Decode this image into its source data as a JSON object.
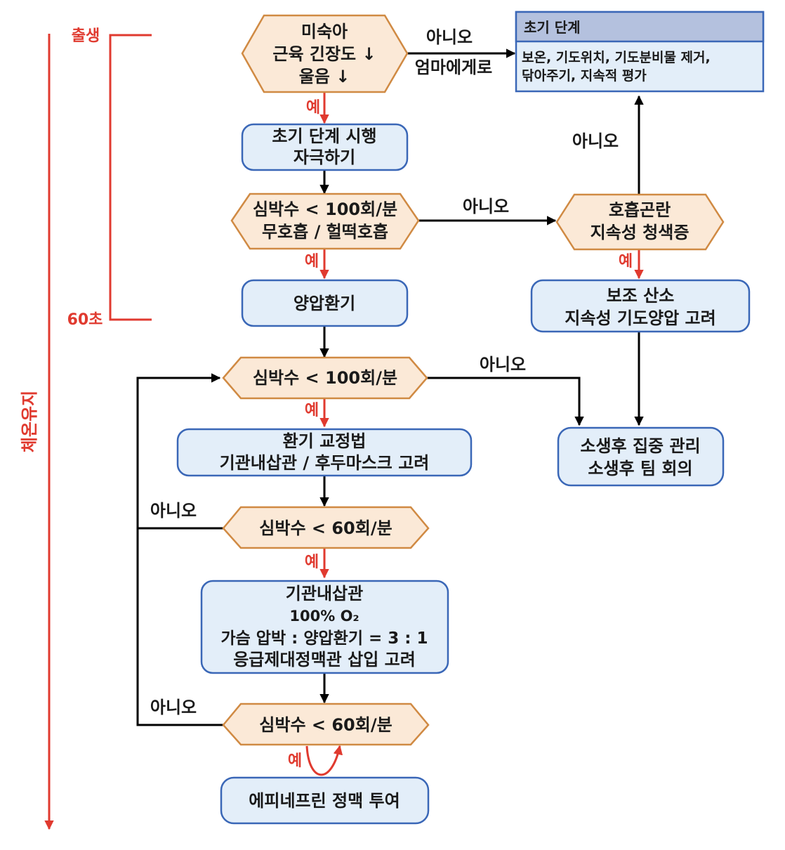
{
  "timeline": {
    "birth": "출생",
    "sixty_sec": "60초",
    "keep_warm": "체온유지"
  },
  "nodes": {
    "assess": [
      "미숙아",
      "근육 긴장도 ↓",
      "울음 ↓"
    ],
    "initial_steps_box": {
      "title": "초기 단계",
      "body": [
        "보온, 기도위치, 기도분비물 제거,",
        "닦아주기, 지속적 평가"
      ]
    },
    "initial_steps": [
      "초기 단계 시행",
      "자극하기"
    ],
    "hr100_apnea": [
      "심박수 < 100회/분",
      "무호흡 / 헐떡호흡"
    ],
    "resp_distress": [
      "호흡곤란",
      "지속성 청색증"
    ],
    "ppv": [
      "양압환기"
    ],
    "supp_o2": [
      "보조 산소",
      "지속성 기도양압 고려"
    ],
    "hr100": [
      "심박수 < 100회/분"
    ],
    "post_resus": [
      "소생후 집중 관리",
      "소생후 팀 회의"
    ],
    "vent_correct": [
      "환기 교정법",
      "기관내삽관 / 후두마스크 고려"
    ],
    "hr60_a": [
      "심박수 < 60회/분"
    ],
    "intubation": [
      "기관내삽관",
      "100% O₂",
      "가슴 압박 : 양압환기 = 3 : 1",
      "응급제대정맥관 삽입 고려"
    ],
    "hr60_b": [
      "심박수 < 60회/분"
    ],
    "epinephrine": [
      "에피네프린 정맥 투여"
    ]
  },
  "labels": {
    "yes": "예",
    "no": "아니오",
    "to_mother": "엄마에게로"
  },
  "colors": {
    "decision_fill": "#fbe9d7",
    "decision_stroke": "#d08a43",
    "action_fill": "#e3eef9",
    "action_stroke": "#3a67b7",
    "header_fill": "#b4c1de",
    "accent_red": "#e03a2f"
  }
}
